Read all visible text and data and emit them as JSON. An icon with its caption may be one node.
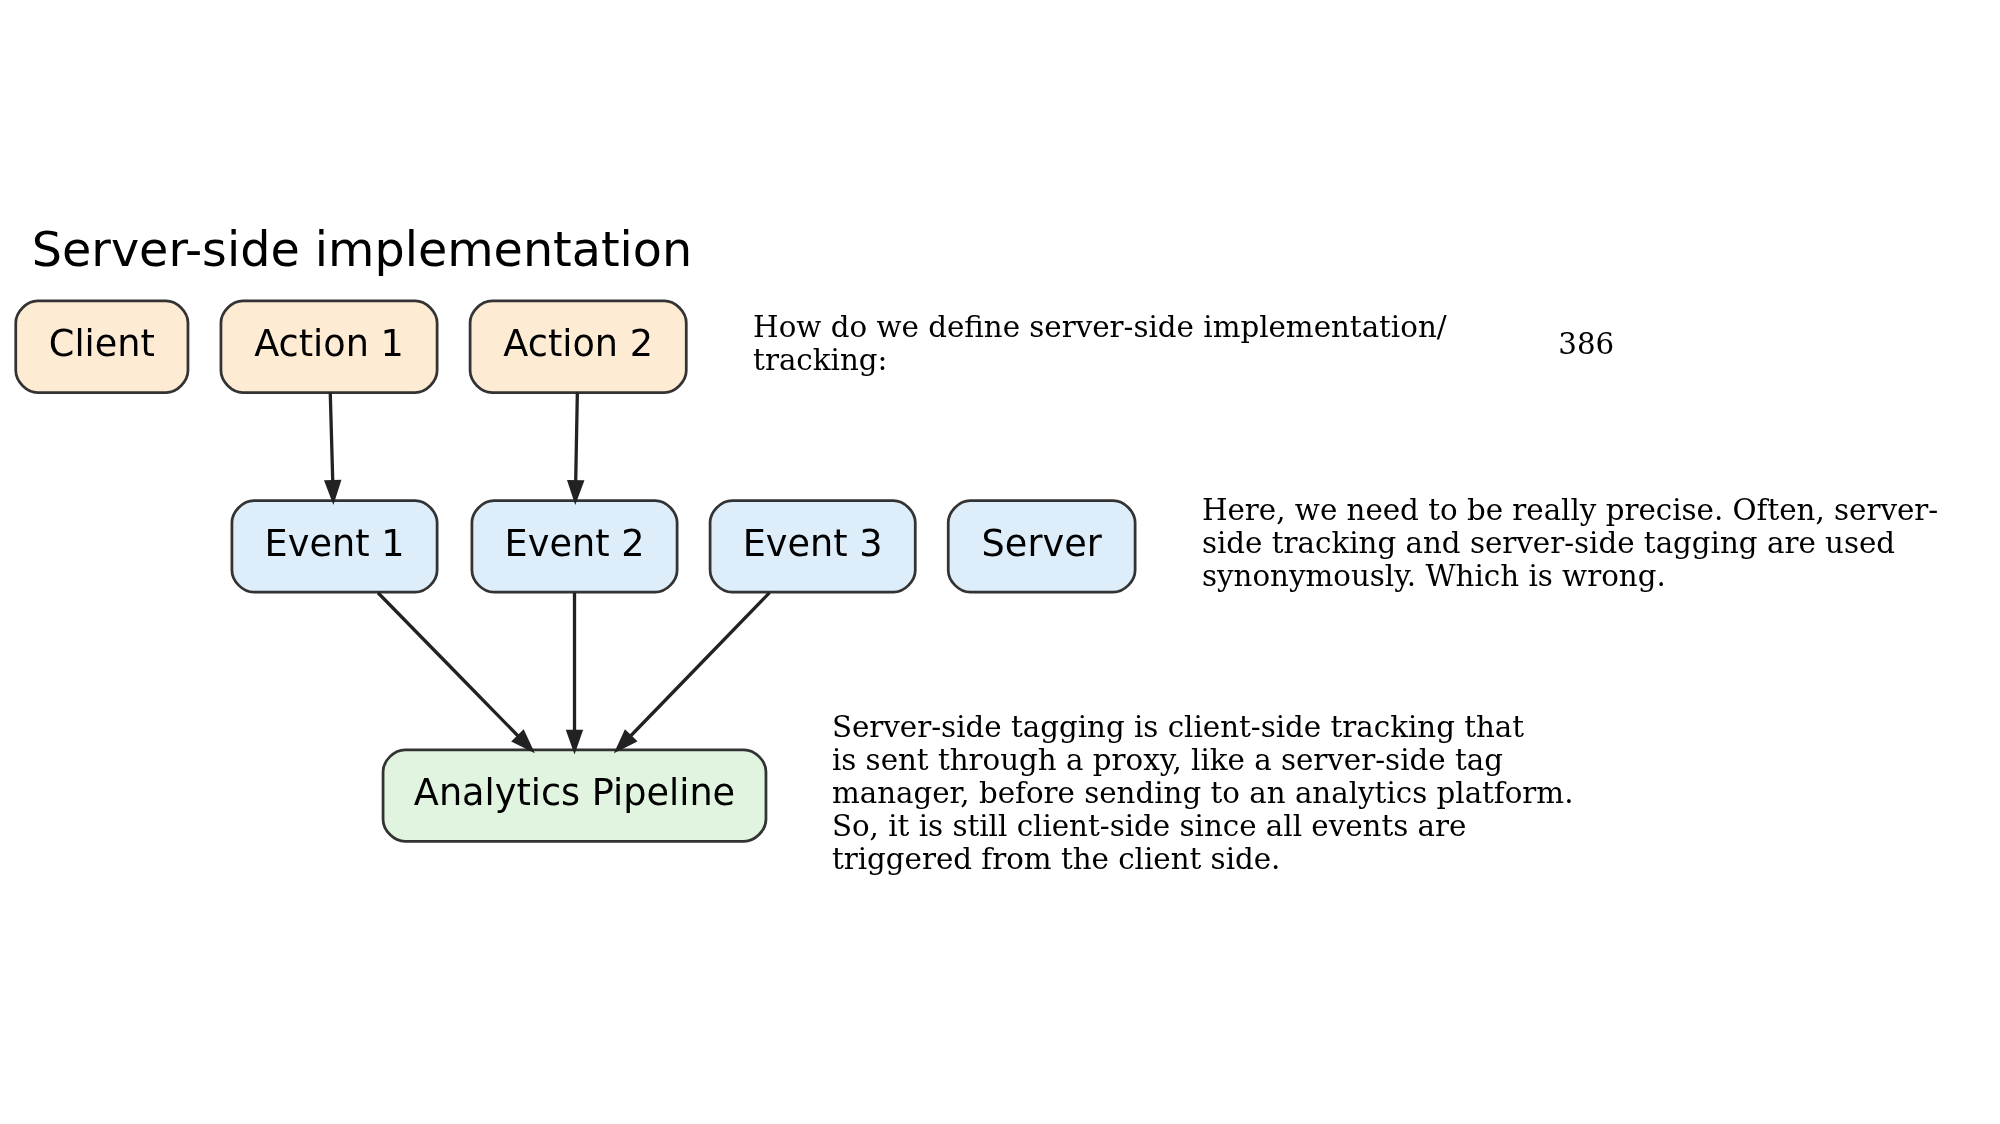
{
  "diagram": {
    "title": "Server-side implementation",
    "nodes": [
      {
        "text": [
          "Client"
        ]
      },
      {
        "text": [
          "Action 1"
        ]
      },
      {
        "text": [
          "Action 2"
        ]
      },
      {
        "text": [
          "Server"
        ]
      },
      {
        "text": [
          "Event 1"
        ]
      },
      {
        "text": [
          "Event 2"
        ]
      },
      {
        "text": [
          "Event 3"
        ]
      },
      {
        "text": [
          "Analytics Pipeline"
        ]
      }
    ],
    "edges": [
      {
        "from": 1,
        "to": 4,
        "arrow": "to"
      },
      {
        "from": 2,
        "to": 5,
        "arrow": "to"
      },
      {
        "from": 4,
        "to": 7,
        "arrow": "to"
      },
      {
        "from": 5,
        "to": 7,
        "arrow": "to"
      },
      {
        "from": 6,
        "to": 7,
        "arrow": "to"
      }
    ],
    "labels": [
      "How do we define server-side implementation/ tracking:",
      "Here, we need to be really precise. Often, server-side tracking and server-side tagging are used synonymously. Which is wrong.",
      "Server-side tagging is client-side tracking that is sent through a proxy, like a server-side tag manager, before sending to an analytics platform. So, it is still client-side since all events are triggered from the client side.",
      "386"
    ]
  }
}
